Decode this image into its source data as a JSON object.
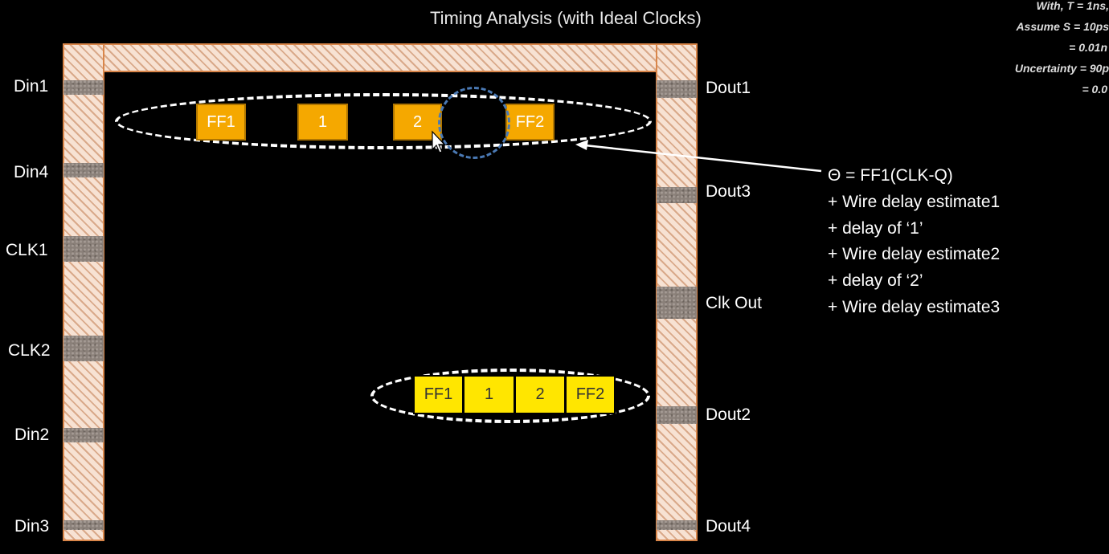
{
  "title": "Timing Analysis (with Ideal Clocks)",
  "corner_notes": [
    "With, T = 1ns,",
    "Assume S = 10ps",
    "= 0.01n",
    "Uncertainty = 90p",
    "= 0.0"
  ],
  "pins_left": [
    "Din1",
    "Din4",
    "CLK1",
    "CLK2",
    "Din2",
    "Din3"
  ],
  "pins_right": [
    "Dout1",
    "Dout3",
    "Clk Out",
    "Dout2",
    "Dout4"
  ],
  "path_top": {
    "cells": [
      "FF1",
      "1",
      "2",
      "FF2"
    ]
  },
  "path_bottom": {
    "cells": [
      "FF1",
      "1",
      "2",
      "FF2"
    ]
  },
  "formula": [
    "Θ = FF1(CLK-Q)",
    "+ Wire delay estimate1",
    "+ delay of ‘1’",
    "+ Wire delay estimate2",
    "+ delay of ‘2’",
    "+ Wire delay estimate3"
  ],
  "colors": {
    "ring_fill": "#f7e2d3",
    "ring_border": "#d9864a",
    "cell_orange": "#f5a800",
    "cell_yellow": "#ffe600",
    "highlight_circle": "#4a79b4"
  }
}
